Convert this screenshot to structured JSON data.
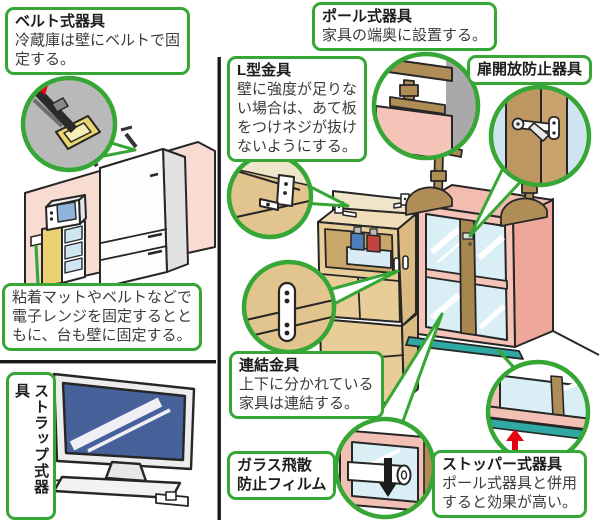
{
  "figure": {
    "topic": "家具転倒防止器具の図解",
    "colors": {
      "accent_green": "#36a635",
      "wood_tan": "#e8cd98",
      "cabinet_pink": "#f6c3b8",
      "glass_blue": "#daeef5",
      "tv_screen_blue": "#47619b",
      "stopper_teal": "#2fa9a2",
      "arrow_red": "#e60012",
      "magnifier_gray": "#b9b9b9"
    },
    "icons": {
      "film_arrow": "↓",
      "stopper_arrow": "↑",
      "belt_arrow": "↑"
    }
  },
  "callouts": {
    "belt": {
      "title": "ベルト式器具",
      "body": "冷蔵庫は壁にベルトで固\n定する。"
    },
    "mat": {
      "body": "粘着マットやベルトなどで\n電子レンジを固定するとと\nもに、台も壁に固定する。"
    },
    "strap": {
      "title": "ストラップ式器具"
    },
    "pole": {
      "title": "ポール式器具",
      "body": "家具の端奥に設置する。"
    },
    "l_bracket": {
      "title": "L型金具",
      "body": "壁に強度が足りな\nい場合は、あて板\nをつけネジが抜け\nないようにする。"
    },
    "door": {
      "title": "扉開放防止器具"
    },
    "connect": {
      "title": "連結金具",
      "body": "上下に分かれている\n家具は連結する。"
    },
    "film": {
      "title": "ガラス飛散\n防止フィルム"
    },
    "stopper": {
      "title": "ストッパー式器具",
      "body": "ポール式器具と併用\nすると効果が高い。"
    }
  }
}
